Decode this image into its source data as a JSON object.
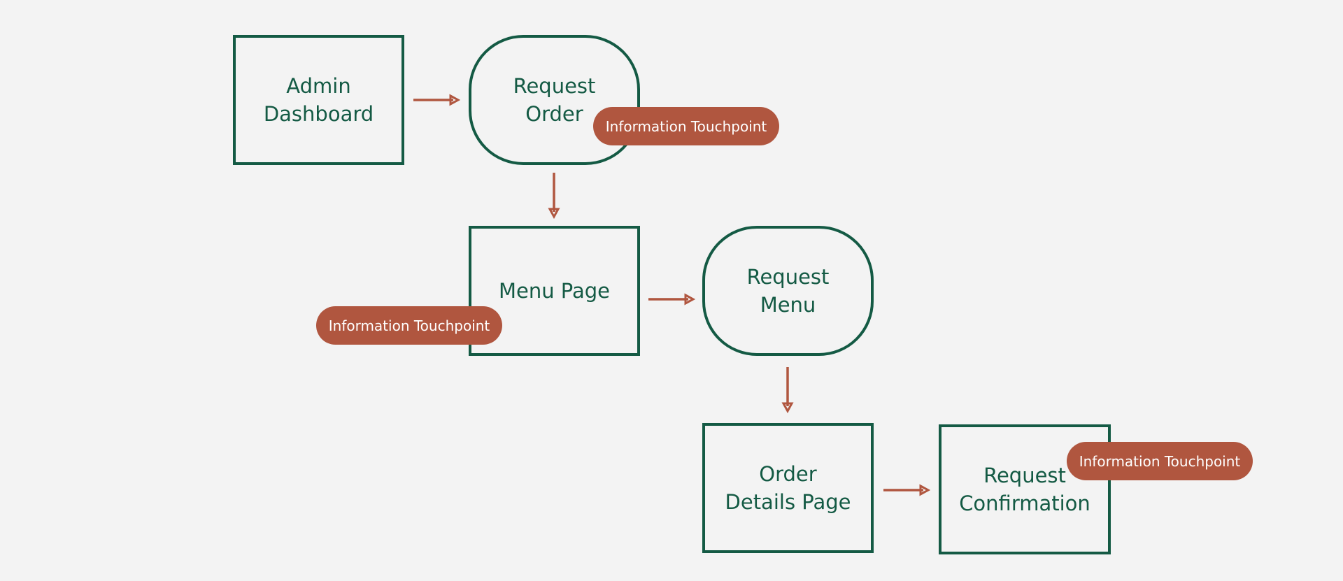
{
  "colors": {
    "background": "#f3f3f3",
    "node_border": "#145a44",
    "node_text": "#145a44",
    "arrow": "#b0563f",
    "touchpoint_fill": "#b0563f",
    "touchpoint_text": "#ffffff"
  },
  "nodes": {
    "admin_dashboard": {
      "label": "Admin\nDashboard",
      "shape": "rectangle"
    },
    "request_order": {
      "label": "Request\nOrder",
      "shape": "rounded"
    },
    "menu_page": {
      "label": "Menu Page",
      "shape": "rectangle"
    },
    "request_menu": {
      "label": "Request\nMenu",
      "shape": "rounded"
    },
    "order_details_page": {
      "label": "Order\nDetails Page",
      "shape": "rectangle"
    },
    "request_confirmation": {
      "label": "Request\nConfirmation",
      "shape": "rectangle"
    }
  },
  "touchpoints": {
    "request_order": "Information Touchpoint",
    "menu_page": "Information Touchpoint",
    "request_confirmation": "Information Touchpoint"
  },
  "flow": [
    {
      "from": "Admin Dashboard",
      "to": "Request Order"
    },
    {
      "from": "Request Order",
      "to": "Menu Page"
    },
    {
      "from": "Menu Page",
      "to": "Request Menu"
    },
    {
      "from": "Request Menu",
      "to": "Order Details Page"
    },
    {
      "from": "Order Details Page",
      "to": "Request Confirmation"
    }
  ]
}
